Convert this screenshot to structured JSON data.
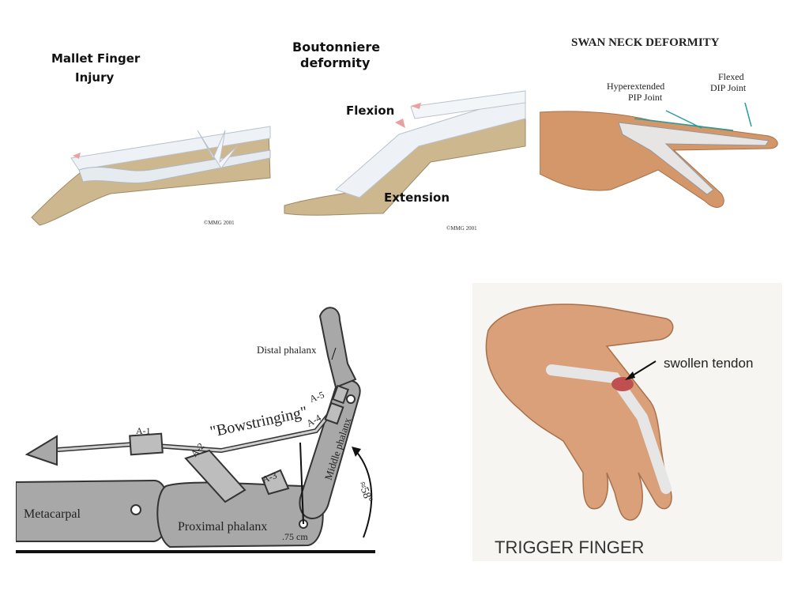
{
  "panels": {
    "mallet": {
      "title_line1": "Mallet Finger",
      "title_line2": "Injury",
      "copyright": "©MMG 2001"
    },
    "boutonniere": {
      "title_line1": "Boutonniere",
      "title_line2": "deformity",
      "flexion": "Flexion",
      "extension": "Extension",
      "copyright": "©MMG 2001"
    },
    "swan": {
      "title": "SWAN NECK DEFORMITY",
      "hyper_line1": "Hyperextended",
      "hyper_line2": "PIP Joint",
      "flexed_line1": "Flexed",
      "flexed_line2": "DIP Joint"
    },
    "bowstring": {
      "distal": "Distal phalanx",
      "a1": "A-1",
      "a2": "A-2",
      "a3": "A-3",
      "a4": "A-4",
      "a5": "A-5",
      "bowstringing": "\"Bowstringing\"",
      "metacarpal": "Metacarpal",
      "proximal": "Proximal phalanx",
      "middle": "Middle phalanx",
      "cm": ".75 cm",
      "angle": "≈58°"
    },
    "trigger": {
      "swollen": "swollen tendon",
      "caption": "TRIGGER FINGER"
    }
  },
  "colors": {
    "bone": "#c9b48e",
    "tendon": "#e9eef3",
    "skin": "#d89a6a",
    "gray": "#a8a8a8",
    "teal": "#2b9c9c"
  }
}
